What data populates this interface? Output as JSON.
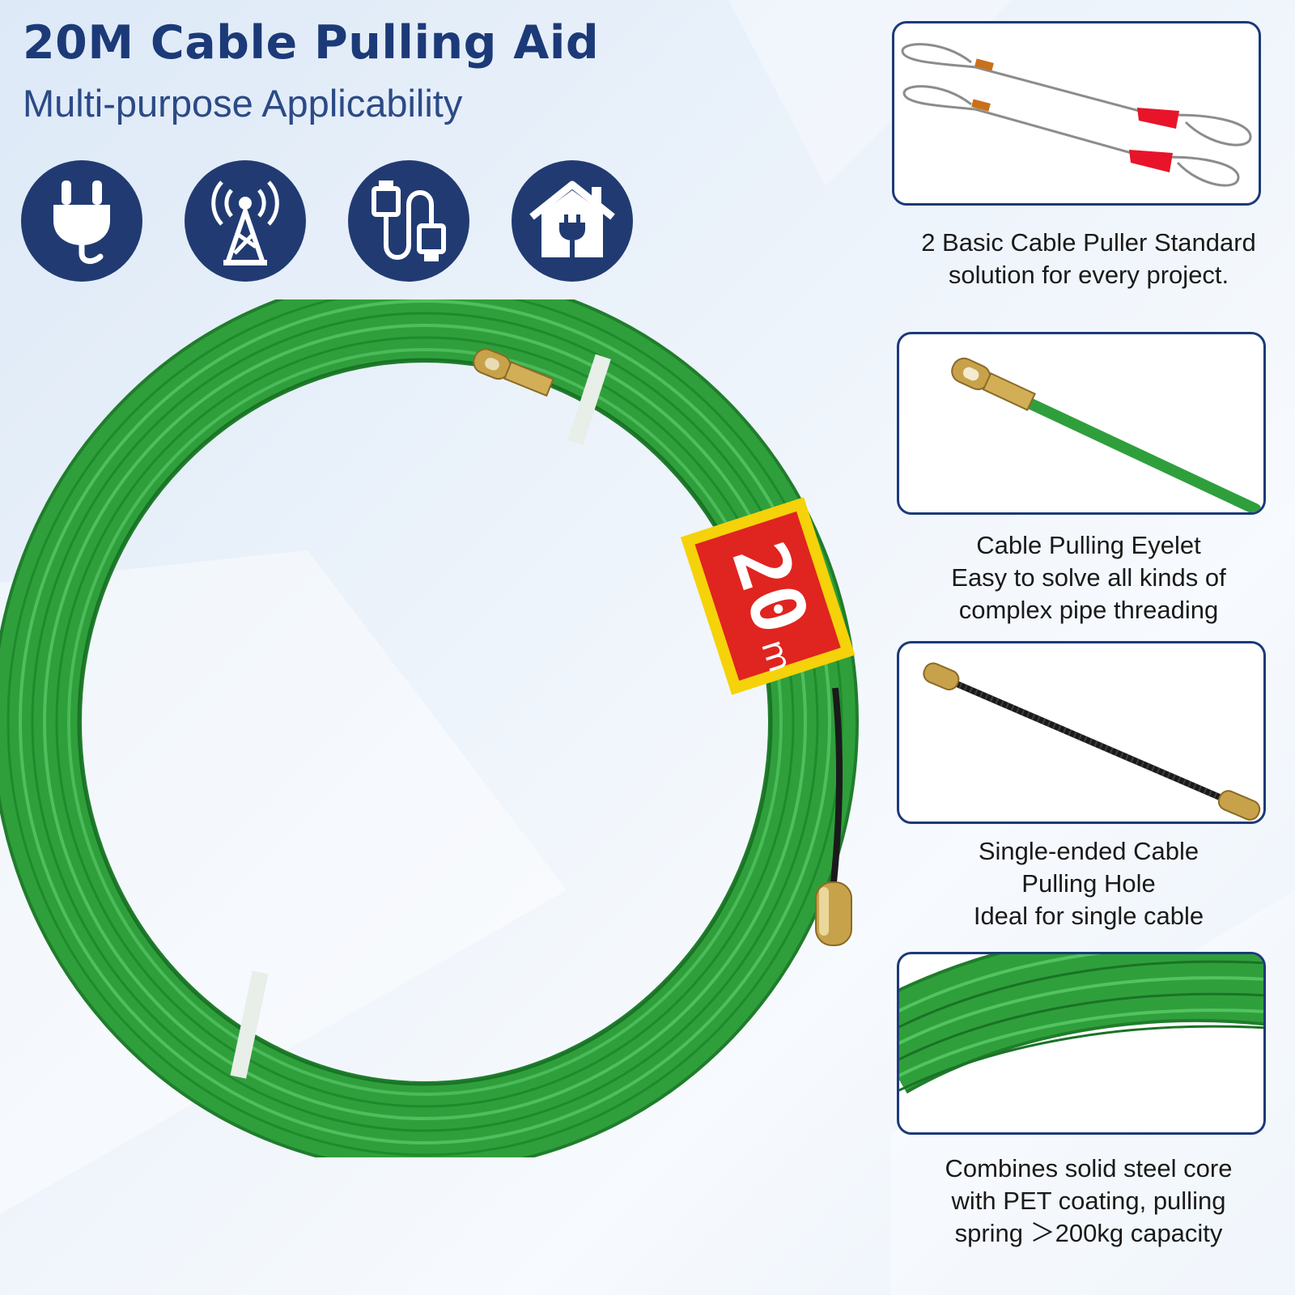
{
  "header": {
    "title": "20M Cable Pulling Aid",
    "subtitle": "Multi-purpose Applicability"
  },
  "icons": [
    {
      "name": "power-plug-icon"
    },
    {
      "name": "signal-tower-icon"
    },
    {
      "name": "network-cable-icon"
    },
    {
      "name": "house-plug-icon"
    }
  ],
  "product": {
    "label_value": "20",
    "label_unit": "m",
    "colors": {
      "cable": "#2f9f3c",
      "label_red": "#e02420",
      "label_yellow": "#f5d20a",
      "brass": "#c8a24a",
      "accent_navy": "#1c3a78"
    }
  },
  "features": [
    {
      "lines": [
        "2 Basic Cable Puller Standard",
        "solution for every project."
      ]
    },
    {
      "lines": [
        "Cable Pulling Eyelet",
        "Easy to solve all kinds of",
        "complex pipe threading"
      ]
    },
    {
      "lines": [
        "Single-ended Cable",
        "Pulling Hole",
        "Ideal for single cable"
      ]
    },
    {
      "lines": [
        "Combines solid steel core",
        "with PET coating, pulling",
        "spring ＞200kg capacity"
      ]
    }
  ]
}
